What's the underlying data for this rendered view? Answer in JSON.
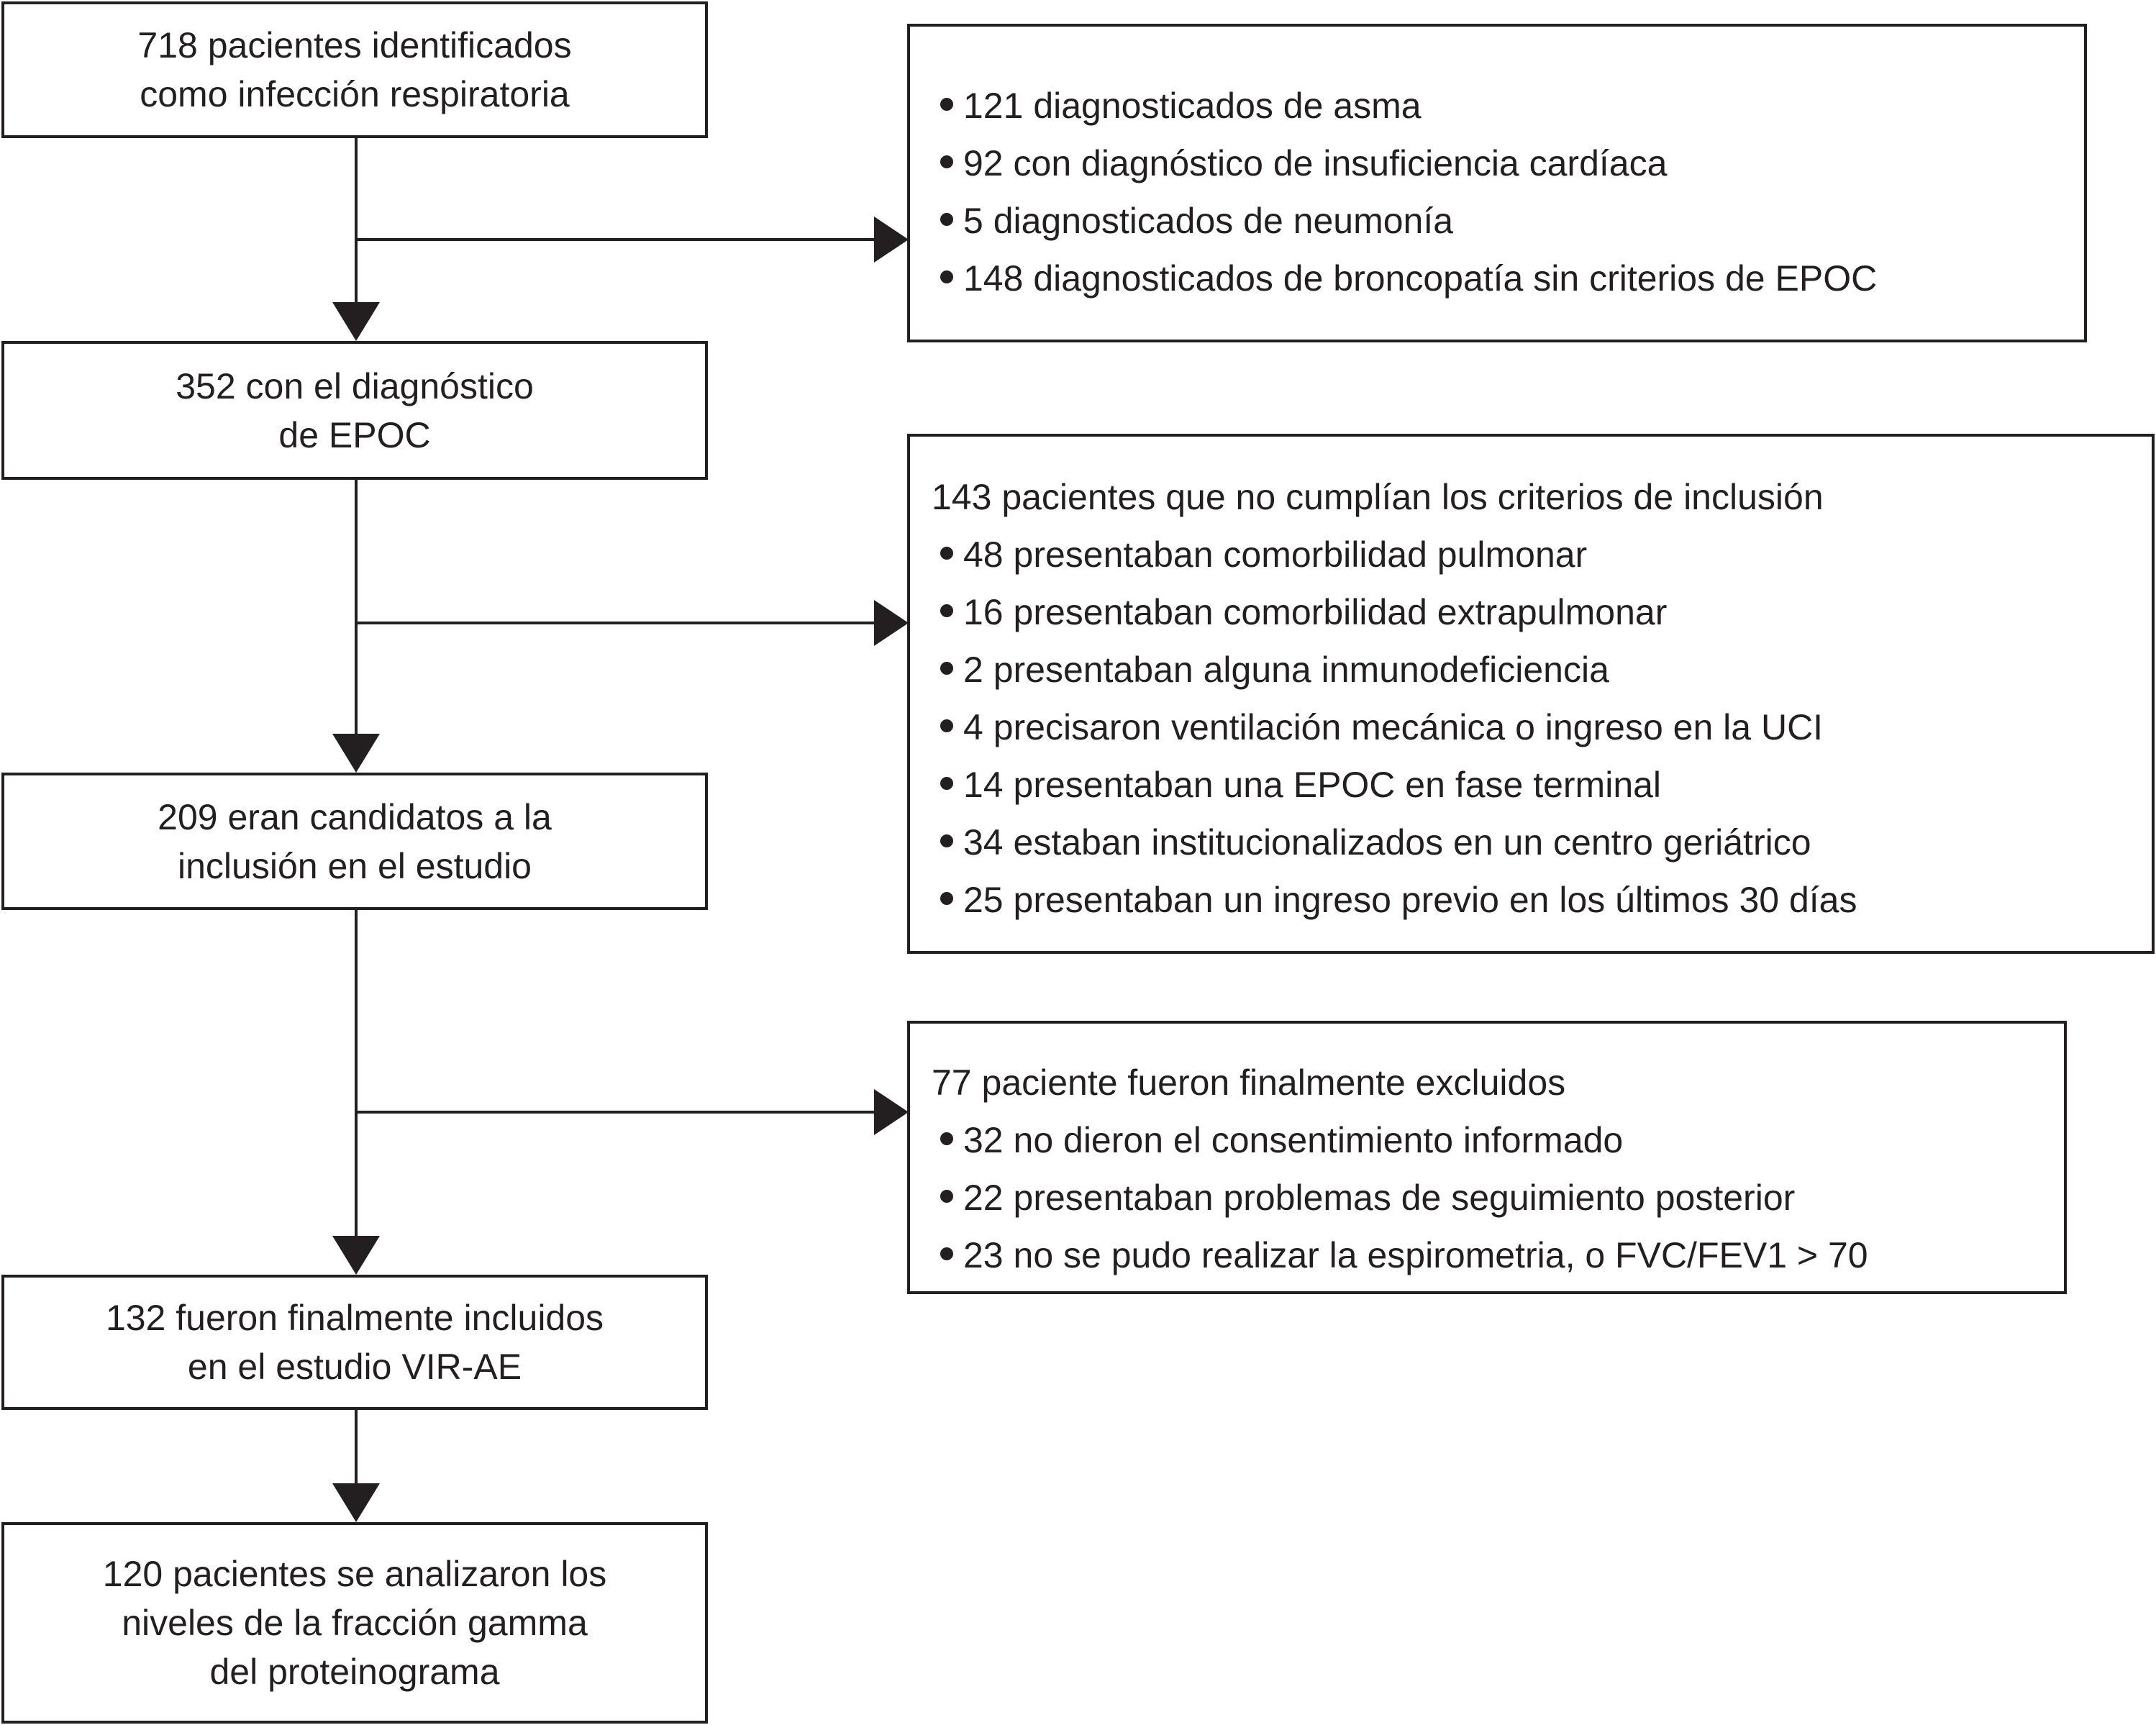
{
  "flow": {
    "step1": [
      "718 pacientes identificados",
      "como infección respiratoria"
    ],
    "step2": [
      "352 con el diagnóstico",
      "de EPOC"
    ],
    "step3": [
      "209 eran candidatos a la",
      "inclusión en el estudio"
    ],
    "step4": [
      "132 fueron finalmente incluidos",
      "en el estudio VIR-AE"
    ],
    "step5": [
      "120 pacientes se analizaron los",
      "niveles de la fracción gamma",
      "del proteinograma"
    ]
  },
  "exclusions": {
    "first": {
      "items": [
        "121 diagnosticados de asma",
        "92 con diagnóstico de insuficiencia cardíaca",
        "5 diagnosticados de neumonía",
        "148 diagnosticados de broncopatía sin criterios de EPOC"
      ]
    },
    "second": {
      "heading": "143 pacientes que no cumplían los criterios de inclusión",
      "items": [
        "48 presentaban comorbilidad pulmonar",
        "16 presentaban comorbilidad extrapulmonar",
        "2 presentaban alguna inmunodeficiencia",
        "4 precisaron ventilación mecánica o ingreso en la UCI",
        "14 presentaban una EPOC en fase terminal",
        "34 estaban institucionalizados en un centro geriátrico",
        "25 presentaban un ingreso previo en los últimos 30 días"
      ]
    },
    "third": {
      "heading": "77 paciente fueron finalmente excluidos",
      "items": [
        "32 no dieron el consentimiento informado",
        "22 presentaban problemas de seguimiento posterior",
        "23 no se pudo realizar la espirometria, o FVC/FEV1 > 70"
      ]
    }
  }
}
